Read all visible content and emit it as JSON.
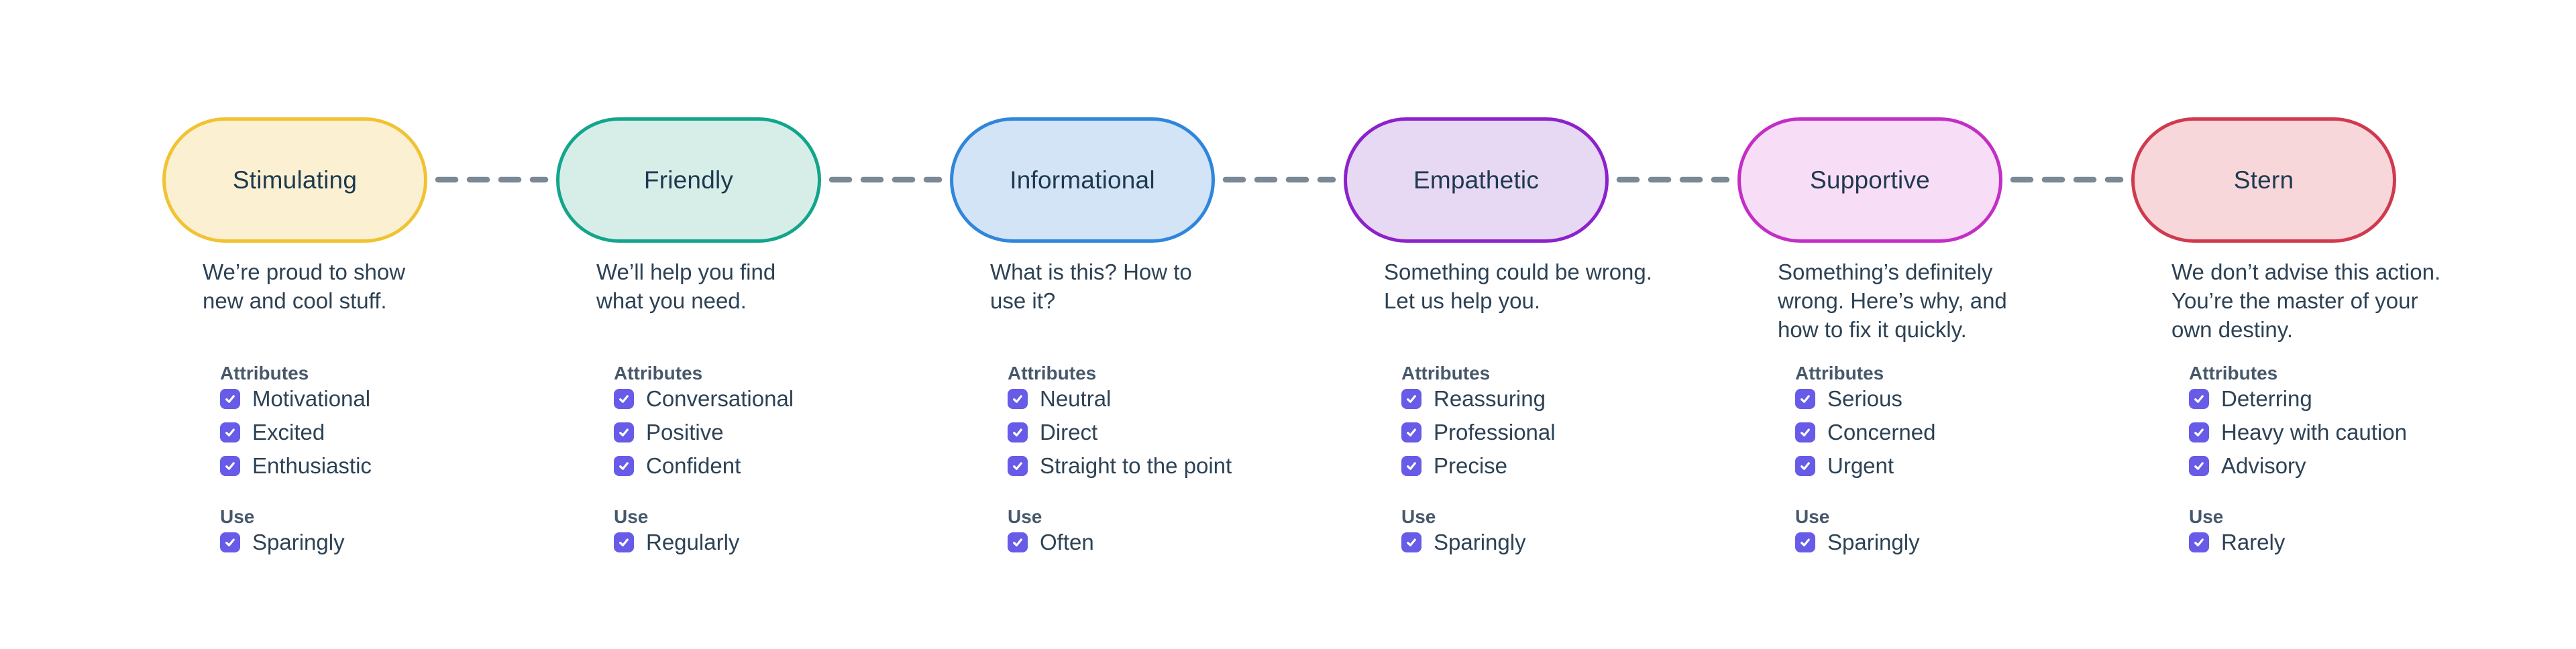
{
  "page": {
    "background_color": "#ffffff",
    "connector_color": "#7a8995",
    "checkbox_color": "#675be8"
  },
  "tones": [
    {
      "name": "Stimulating",
      "pill": {
        "border": "#f1c232",
        "fill": "#fbf1d2"
      },
      "description_lines": [
        "We’re proud to show",
        "new and cool stuff."
      ],
      "attributes_label": "Attributes",
      "attributes": [
        "Motivational",
        "Excited",
        "Enthusiastic"
      ],
      "use_label": "Use",
      "use": "Sparingly"
    },
    {
      "name": "Friendly",
      "pill": {
        "border": "#12a58c",
        "fill": "#d7eee8"
      },
      "description_lines": [
        "We’ll help you find",
        "what you need."
      ],
      "attributes_label": "Attributes",
      "attributes": [
        "Conversational",
        "Positive",
        "Confident"
      ],
      "use_label": "Use",
      "use": "Regularly"
    },
    {
      "name": "Informational",
      "pill": {
        "border": "#2f86db",
        "fill": "#d2e4f6"
      },
      "description_lines": [
        "What is this? How to",
        "use it?"
      ],
      "attributes_label": "Attributes",
      "attributes": [
        "Neutral",
        "Direct",
        "Straight to the point"
      ],
      "use_label": "Use",
      "use": "Often"
    },
    {
      "name": "Empathetic",
      "pill": {
        "border": "#8c22cb",
        "fill": "#e7d8f3"
      },
      "description_lines": [
        "Something could be wrong.",
        "Let us help you."
      ],
      "attributes_label": "Attributes",
      "attributes": [
        "Reassuring",
        "Professional",
        "Precise"
      ],
      "use_label": "Use",
      "use": "Sparingly"
    },
    {
      "name": "Supportive",
      "pill": {
        "border": "#c32ec6",
        "fill": "#f8ddf6"
      },
      "description_lines": [
        "Something’s definitely",
        "wrong. Here’s why, and",
        "how to fix it quickly."
      ],
      "attributes_label": "Attributes",
      "attributes": [
        "Serious",
        "Concerned",
        "Urgent"
      ],
      "use_label": "Use",
      "use": "Sparingly"
    },
    {
      "name": "Stern",
      "pill": {
        "border": "#d03a4e",
        "fill": "#f8d7db"
      },
      "description_lines": [
        "We don’t advise this action.",
        "You’re the master of your",
        "own destiny."
      ],
      "attributes_label": "Attributes",
      "attributes": [
        "Deterring",
        "Heavy with caution",
        "Advisory"
      ],
      "use_label": "Use",
      "use": "Rarely"
    }
  ]
}
